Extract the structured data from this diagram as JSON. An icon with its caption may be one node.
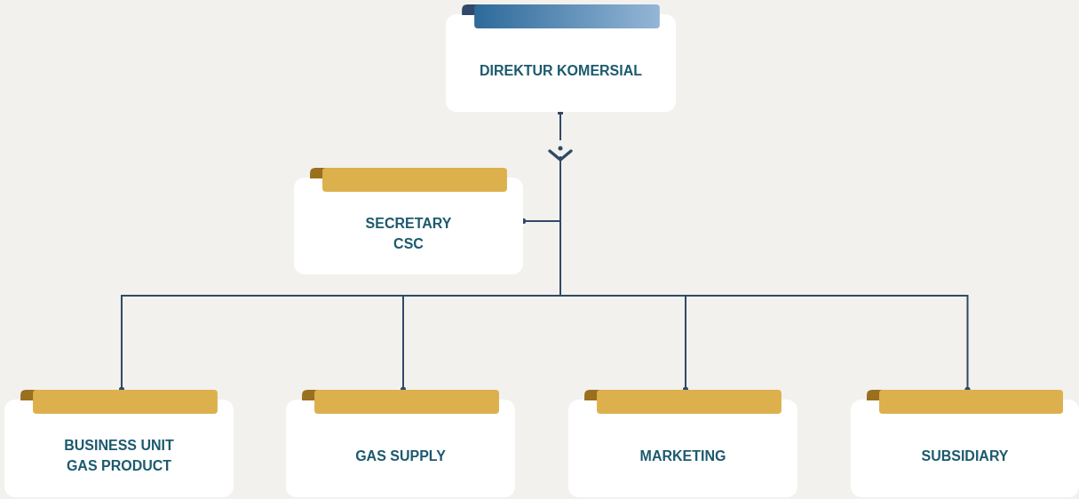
{
  "diagram": {
    "nodes": [
      {
        "text": [
          "DIREKTUR KOMERSIAL"
        ]
      },
      {
        "text": [
          "SECRETARY CSC"
        ]
      },
      {
        "text": [
          "BUSINESS UNIT GAS PRODUCT"
        ]
      },
      {
        "text": [
          "GAS SUPPLY"
        ]
      },
      {
        "text": [
          "MARKETING"
        ]
      },
      {
        "text": [
          "SUBSIDIARY"
        ]
      }
    ],
    "edges": [
      {
        "from": 0,
        "to": 1,
        "arrow": "to"
      },
      {
        "from": 0,
        "to": 2,
        "arrow": "to"
      },
      {
        "from": 0,
        "to": 3,
        "arrow": "to"
      },
      {
        "from": 0,
        "to": 4,
        "arrow": "to"
      },
      {
        "from": 0,
        "to": 5,
        "arrow": "to"
      }
    ]
  }
}
